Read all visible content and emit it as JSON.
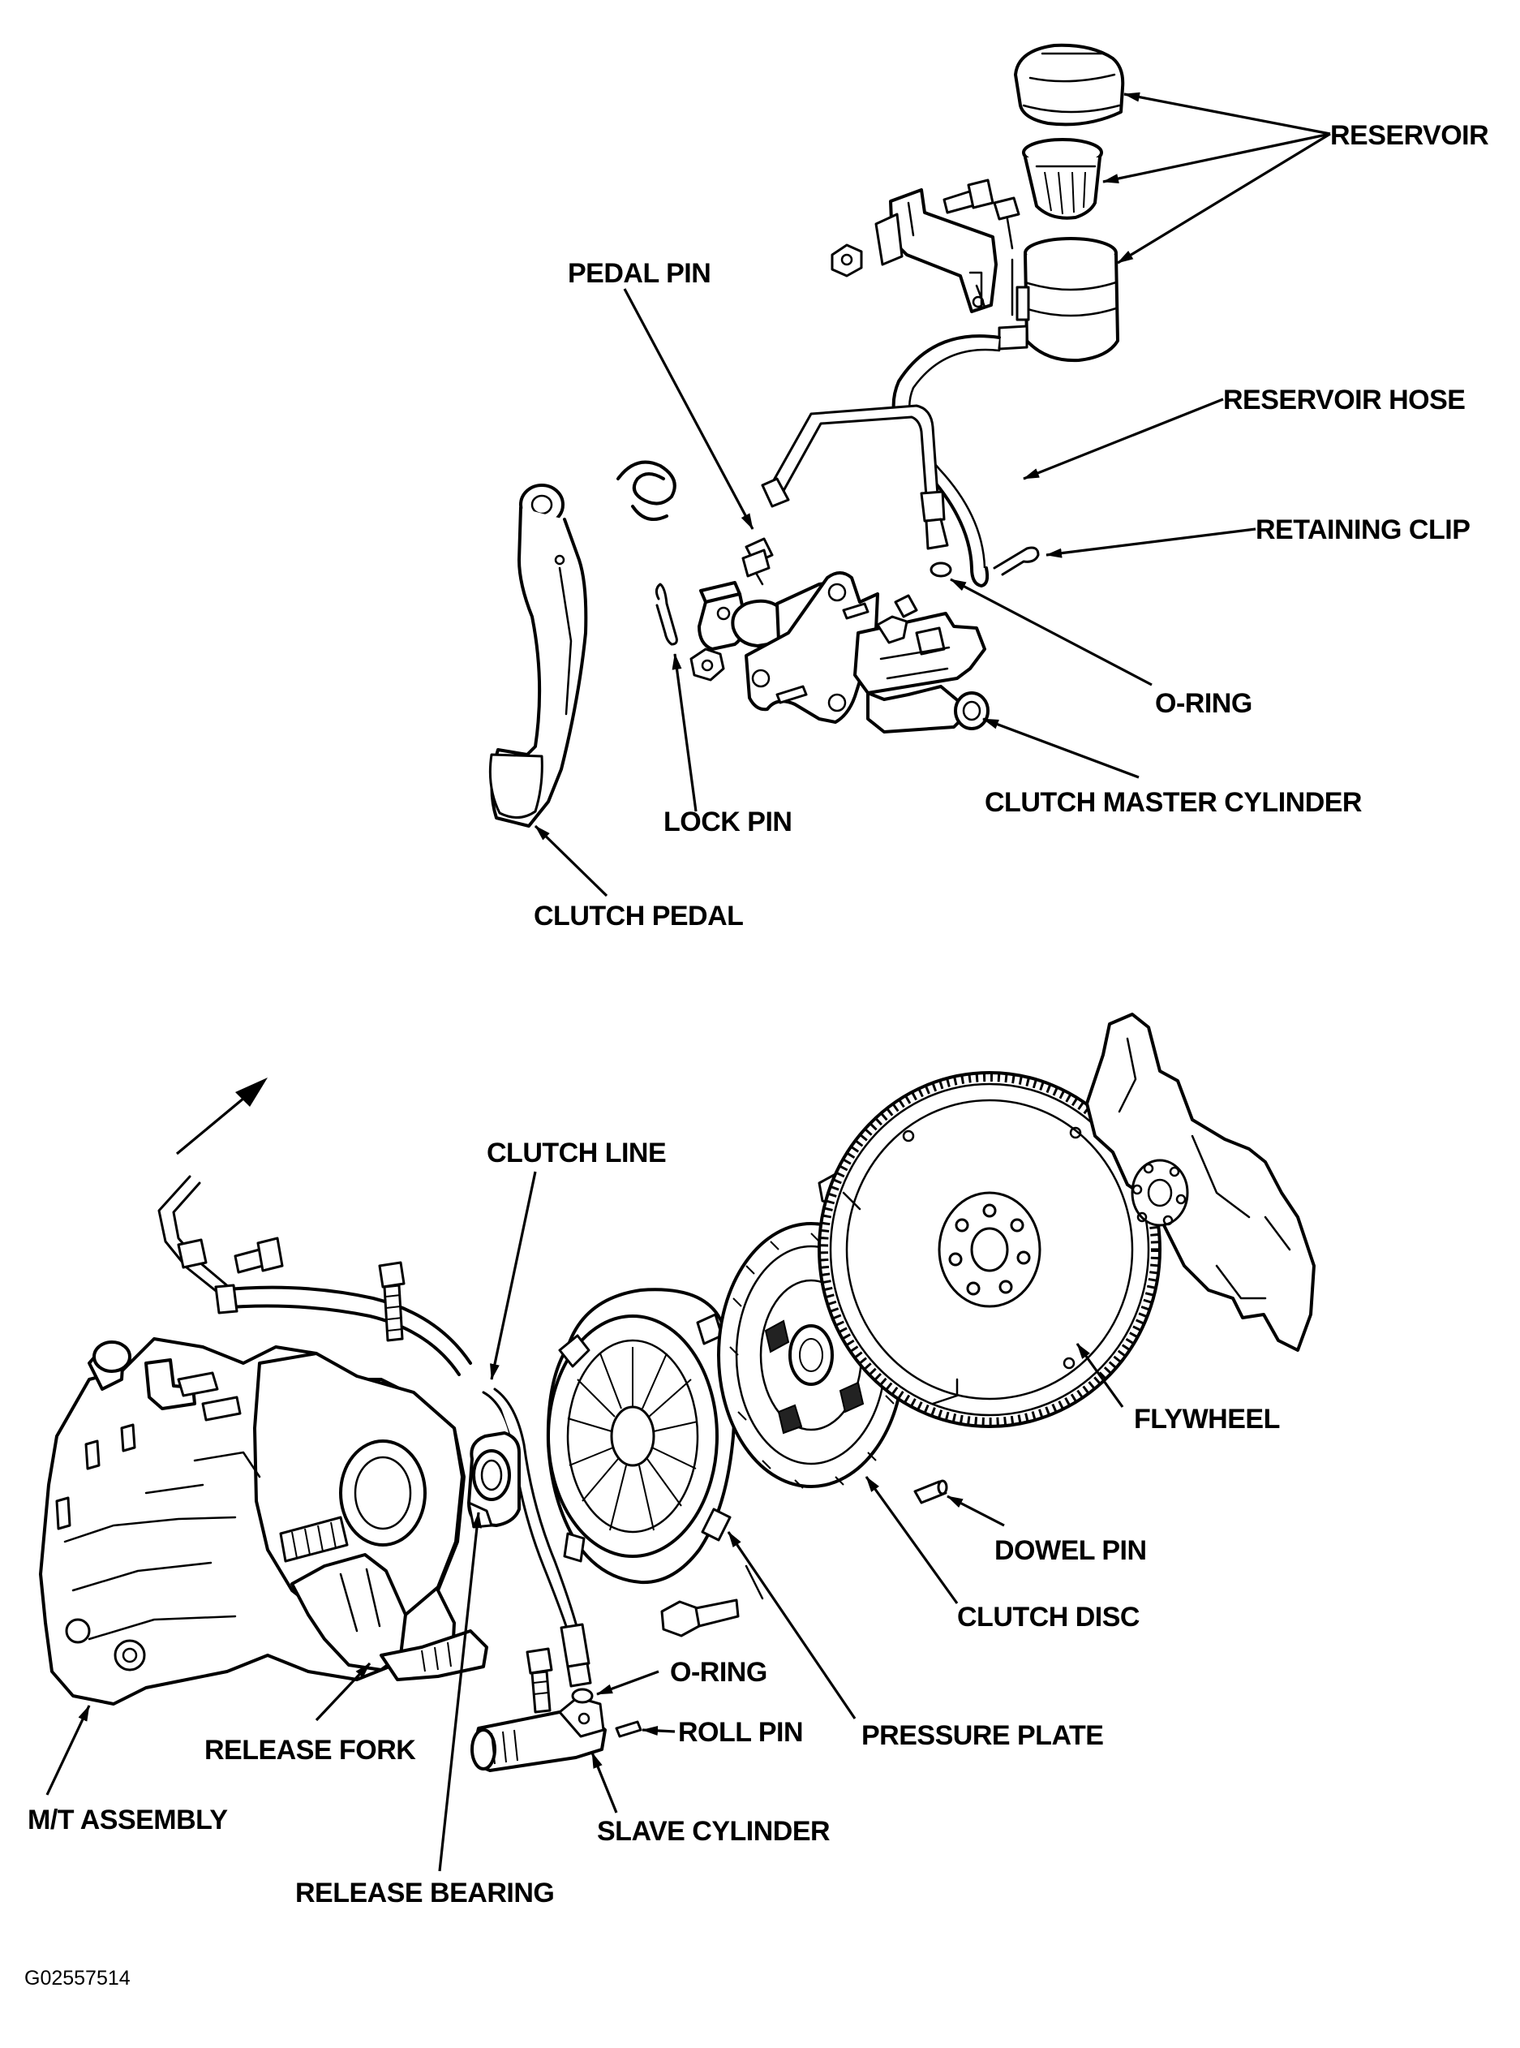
{
  "labels": {
    "reservoir": "RESERVOIR",
    "pedal_pin": "PEDAL PIN",
    "reservoir_hose": "RESERVOIR HOSE",
    "retaining_clip": "RETAINING CLIP",
    "o_ring_top": "O-RING",
    "clutch_master_cylinder": "CLUTCH MASTER CYLINDER",
    "lock_pin": "LOCK PIN",
    "clutch_pedal": "CLUTCH PEDAL",
    "clutch_line": "CLUTCH LINE",
    "flywheel": "FLYWHEEL",
    "dowel_pin": "DOWEL PIN",
    "clutch_disc": "CLUTCH DISC",
    "o_ring_bottom": "O-RING",
    "roll_pin": "ROLL PIN",
    "pressure_plate": "PRESSURE PLATE",
    "release_fork": "RELEASE FORK",
    "mt_assembly": "M/T ASSEMBLY",
    "slave_cylinder": "SLAVE CYLINDER",
    "release_bearing": "RELEASE BEARING"
  },
  "figure_code": "G02557514",
  "colors": {
    "ink": "#000000",
    "paper": "#ffffff"
  }
}
